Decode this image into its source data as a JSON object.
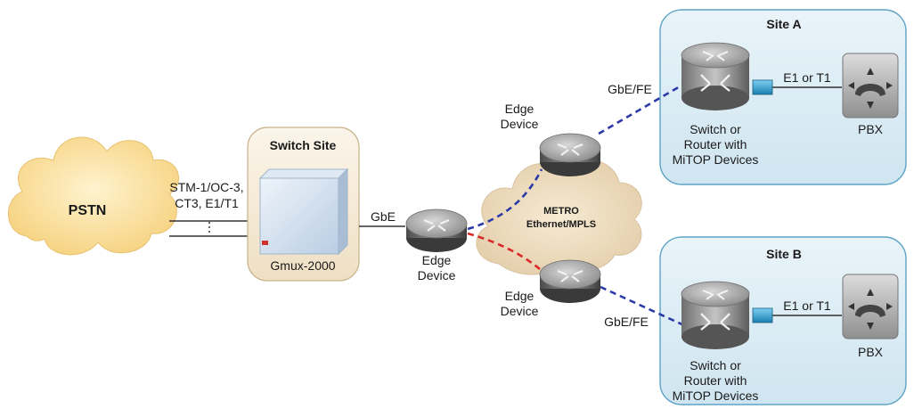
{
  "pstn": {
    "label": "PSTN"
  },
  "trunk_labels": {
    "line1": "STM-1/OC-3,",
    "line2": "CT3, E1/T1"
  },
  "switch_site": {
    "title": "Switch Site",
    "device": "Gmux-2000"
  },
  "links": {
    "gbe": "GbE",
    "gbe_fe_top": "GbE/FE",
    "gbe_fe_bottom": "GbE/FE"
  },
  "edge_center": {
    "line1": "Edge",
    "line2": "Device"
  },
  "edge_top": {
    "line1": "Edge",
    "line2": "Device"
  },
  "edge_bottom": {
    "line1": "Edge",
    "line2": "Device"
  },
  "metro": {
    "line1": "METRO",
    "line2": "Ethernet/MPLS"
  },
  "site_a": {
    "title": "Site A",
    "link": "E1 or T1",
    "switch_label": [
      "Switch or",
      "Router with",
      "MiTOP Devices"
    ],
    "pbx": "PBX"
  },
  "site_b": {
    "title": "Site B",
    "link": "E1 or T1",
    "switch_label": [
      "Switch or",
      "Router with",
      "MiTOP Devices"
    ],
    "pbx": "PBX"
  },
  "colors": {
    "cloud_fill": "#f9dc95",
    "metro_fill": "#e9d7b8",
    "site_fill": "#d7ebf3",
    "site_stroke": "#5ea3c6",
    "switch_site_fill": "#f6ecd8",
    "blue_link": "#2b3aa8",
    "red_link": "#d92a2a"
  }
}
